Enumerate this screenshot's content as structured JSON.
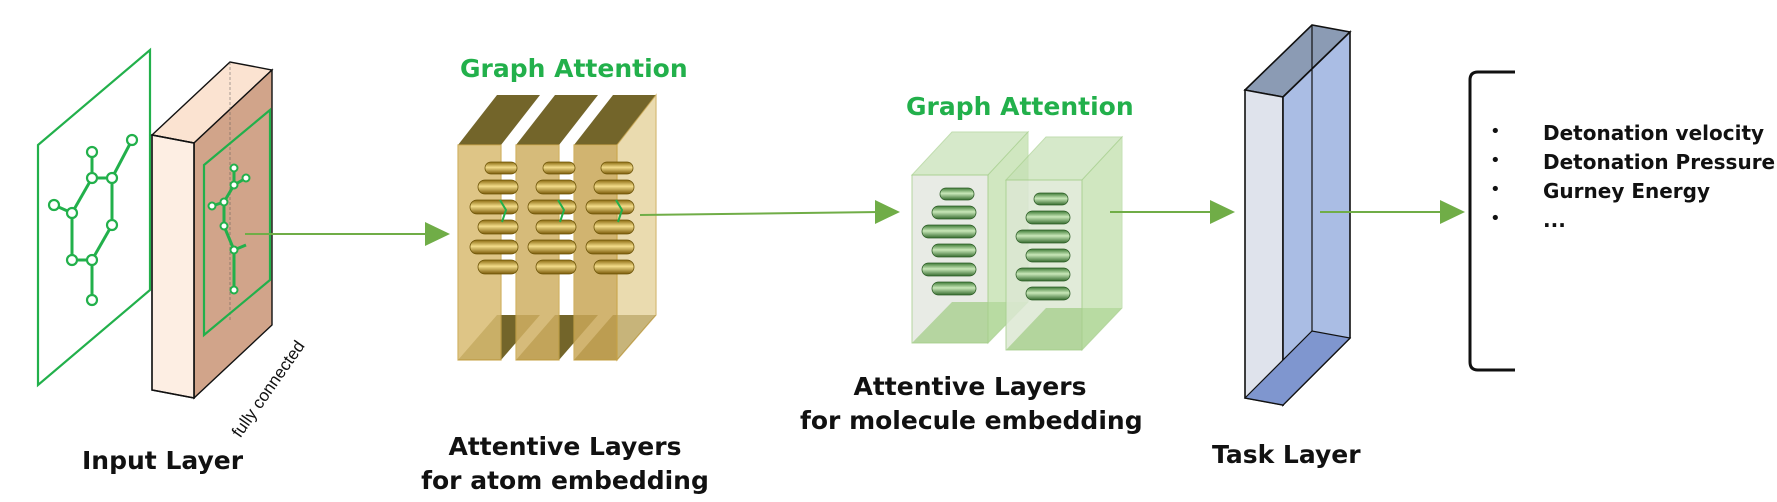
{
  "titles": {
    "graph_attention_1": "Graph Attention",
    "graph_attention_2": "Graph Attention"
  },
  "labels": {
    "input_layer": "Input Layer",
    "fully_connected": "fully connected",
    "atom_line1": "Attentive Layers",
    "atom_line2": "for atom embedding",
    "molecule_line1": "Attentive Layers",
    "molecule_line2": "for molecule embedding",
    "task_layer": "Task Layer"
  },
  "outputs": {
    "items": [
      "Detonation velocity",
      "Detonation Pressure",
      "Gurney Energy",
      "..."
    ]
  },
  "colors": {
    "accent_green": "#22b04b",
    "arrow_green": "#70ad47",
    "input_box": "#f9d9c2",
    "atom_layer": "#d6b56b",
    "molecule_layer": "#b4dba0",
    "task_layer": "#a9bde6"
  }
}
